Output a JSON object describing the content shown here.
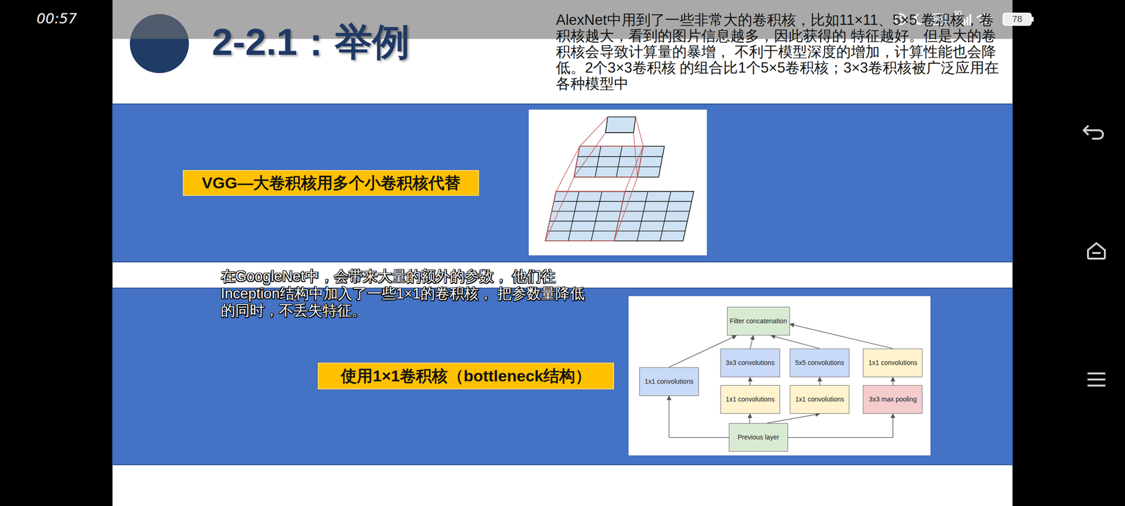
{
  "diagram": {
    "title": "2-2.1：举例",
    "nodes": [
      {
        "text": [
          "VGG—大卷积核用多个小卷积核代替"
        ]
      },
      {
        "text": [
          "使用1×1卷积核（bottleneck结构）"
        ]
      },
      {
        "text": [
          "Filter concatenation"
        ]
      },
      {
        "text": [
          "3x3 convolutions"
        ]
      },
      {
        "text": [
          "5x5 convolutions"
        ]
      },
      {
        "text": [
          "1x1 convolutions"
        ]
      },
      {
        "text": [
          "1x1 convolutions"
        ]
      },
      {
        "text": [
          "1x1 convolutions"
        ]
      },
      {
        "text": [
          "1x1 convolutions"
        ]
      },
      {
        "text": [
          "3x3 max pooling"
        ]
      },
      {
        "text": [
          "Previous layer"
        ]
      }
    ],
    "edges": [
      {
        "from": 10,
        "to": 6,
        "arrow": "to"
      },
      {
        "from": 10,
        "to": 7,
        "arrow": "to"
      },
      {
        "from": 10,
        "to": 8,
        "arrow": "to"
      },
      {
        "from": 10,
        "to": 9,
        "arrow": "to"
      },
      {
        "from": 7,
        "to": 3,
        "arrow": "to"
      },
      {
        "from": 8,
        "to": 4,
        "arrow": "to"
      },
      {
        "from": 9,
        "to": 5,
        "arrow": "to"
      },
      {
        "from": 6,
        "to": 2,
        "arrow": "to"
      },
      {
        "from": 3,
        "to": 2,
        "arrow": "to"
      },
      {
        "from": 4,
        "to": 2,
        "arrow": "to"
      },
      {
        "from": 5,
        "to": 2,
        "arrow": "to"
      }
    ],
    "labels": [
      "AlexNet中用到了一些非常大的卷积核，比如11×11、5×5 卷积核，卷积核越大，看到的图片信息越多，因此获得的 特征越好。但是大的卷积核会导致计算量的暴增， 不利于模型深度的增加，计算性能也会降低。2个3×3卷积核 的组合比1个5×5卷积核；3×3卷积核被广泛应用在各种模型中",
      "在GoogleNet中，会带来大量的额外的参数， 他们往Inception结构中加入了一些1×1的卷积核， 把参数量降低的同时，不丢失特征。",
      "00:57",
      "HD",
      "5G",
      "78"
    ]
  }
}
